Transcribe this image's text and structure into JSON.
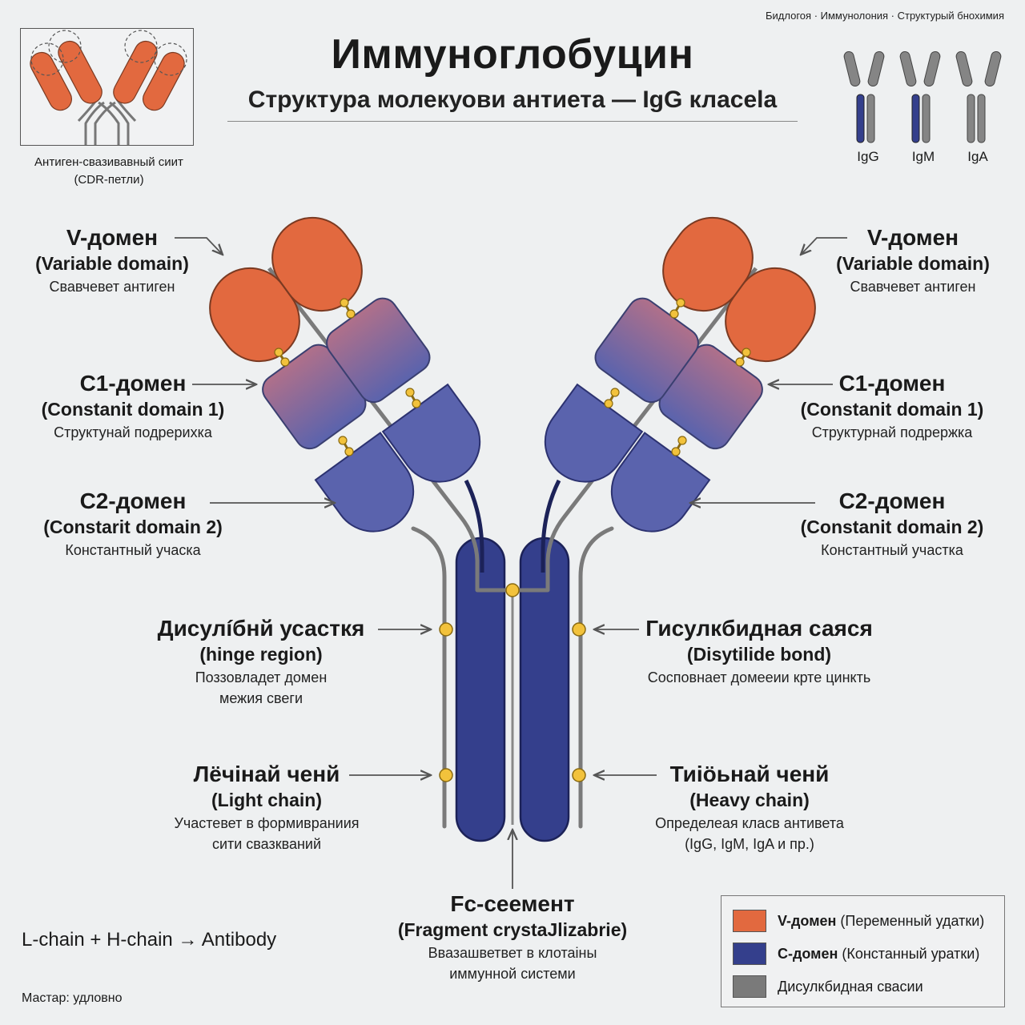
{
  "header": {
    "breadcrumb": "Бидлогоя · Иммунолония · Структурый бнохимия",
    "title": "Иммуноглобуцин",
    "subtitle": "Структура молекуови антиета — IgG клacela"
  },
  "inset": {
    "caption_line1": "Антиген-свазивавный сиит",
    "caption_line2": "(CDR-петли)"
  },
  "classes": [
    "IgG",
    "IgM",
    "IgA"
  ],
  "labels": {
    "v_left": {
      "title": "V-домен",
      "subtitle": "(Variable domain)",
      "desc": "Свавчевет антиген"
    },
    "v_right": {
      "title": "V-домен",
      "subtitle": "(Variable domain)",
      "desc": "Свавчевет антиген"
    },
    "c1_left": {
      "title": "C1-домен",
      "subtitle": "(Constanit domain 1)",
      "desc": "Структунай подрерихка"
    },
    "c1_right": {
      "title": "C1-домен",
      "subtitle": "(Constanit domain 1)",
      "desc": "Структурнай подрержка"
    },
    "c2_left": {
      "title": "C2-домен",
      "subtitle": "(Constarit domain 2)",
      "desc": "Константный учаска"
    },
    "c2_right": {
      "title": "C2-домен",
      "subtitle": "(Constanit domain 2)",
      "desc": "Констaнтный участка"
    },
    "hinge": {
      "title": "Дисулíбнй усасткя",
      "subtitle": "(hinge region)",
      "desc1": "Поззовладет домен",
      "desc2": "межия свеги"
    },
    "disulfide": {
      "title": "Гисулкбидная саяся",
      "subtitle": "(Disytilide bond)",
      "desc": "Сосповнает домееии крте цинкть"
    },
    "light": {
      "title": "Лёчiнай ченй",
      "subtitle": "(Light chain)",
      "desc1": "Участевет в формивраниия",
      "desc2": "сити свазкваний"
    },
    "heavy": {
      "title": "Тиiöьнай ченй",
      "subtitle": "(Heavy chain)",
      "desc1": "Определеая клaсв антивета",
      "desc2": "(IgG, IgM, IgA и пр.)"
    },
    "fc": {
      "title": "Fc-сеемент",
      "subtitle": "(Fragment crystaJlizabrie)",
      "desc1": "Ввазашветвет в клотаiны",
      "desc2": "иммунной системи"
    }
  },
  "legend": [
    {
      "bold": "V-домен",
      "text": " (Переменный удатки)",
      "color": "#e2693f"
    },
    {
      "bold": "C-домен",
      "text": " (Констанный уратки)",
      "color": "#343f8c"
    },
    {
      "bold": "",
      "text": "Дисулкбидная свасии",
      "color": "#7a7a7a"
    }
  ],
  "formula": "L-chain + H-chain → Antibody",
  "footnote": "Мастар: удлoвно",
  "colors": {
    "v_domain": "#e2693f",
    "c_domain": "#4d58a8",
    "heavy_chain": "#343f8c",
    "chain_line": "#7a7a7a",
    "bond": "#f2c23c",
    "background": "#eef0f1"
  }
}
